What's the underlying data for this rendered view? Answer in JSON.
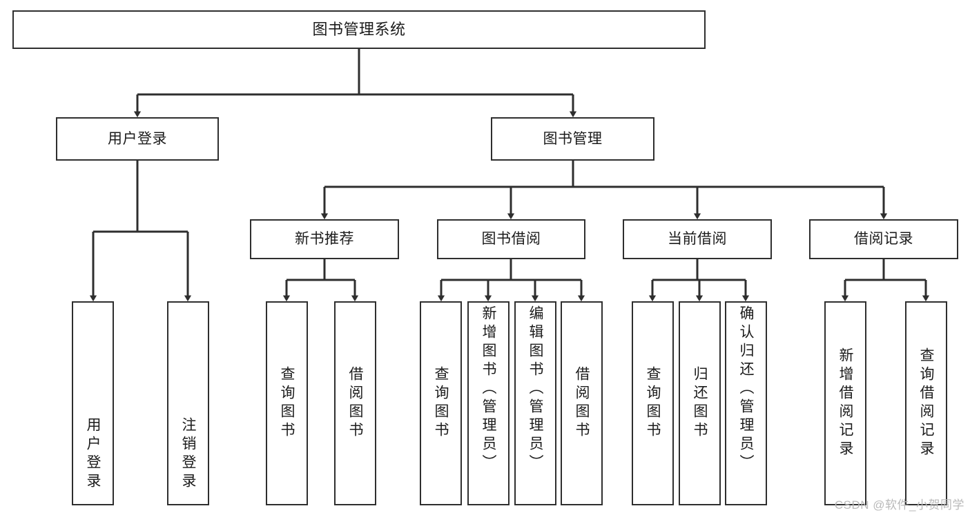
{
  "diagram": {
    "title": "图书管理系统",
    "type": "tree-hierarchy",
    "watermark": "CSDN @软件_小贺同学",
    "stroke_color": "#2e2e2e",
    "fill_color": "#ffffff",
    "text_color": "#1b1b1b"
  },
  "nodes": {
    "root": {
      "label": "图书管理系统",
      "level": 1
    },
    "level2": [
      {
        "id": "user-login",
        "label": "用户登录"
      },
      {
        "id": "book-manage",
        "label": "图书管理"
      }
    ],
    "level3": [
      {
        "id": "new-book-rec",
        "label": "新书推荐",
        "parent": "book-manage"
      },
      {
        "id": "book-borrow",
        "label": "图书借阅",
        "parent": "book-manage"
      },
      {
        "id": "current-borrow",
        "label": "当前借阅",
        "parent": "book-manage"
      },
      {
        "id": "borrow-record",
        "label": "借阅记录",
        "parent": "book-manage"
      }
    ],
    "leaves": [
      {
        "id": "leaf-user-login",
        "label": "用户登录",
        "parent": "user-login"
      },
      {
        "id": "leaf-logout",
        "label": "注销登录",
        "parent": "user-login"
      },
      {
        "id": "leaf-query-book-rec",
        "label": "查询图书",
        "parent": "new-book-rec"
      },
      {
        "id": "leaf-borrow-book-rec",
        "label": "借阅图书",
        "parent": "new-book-rec"
      },
      {
        "id": "leaf-query-book-borrow",
        "label": "查询图书",
        "parent": "book-borrow"
      },
      {
        "id": "leaf-add-book",
        "label": "新增图书（管理员）",
        "parent": "book-borrow"
      },
      {
        "id": "leaf-edit-book",
        "label": "编辑图书（管理员）",
        "parent": "book-borrow"
      },
      {
        "id": "leaf-borrow-book",
        "label": "借阅图书",
        "parent": "book-borrow"
      },
      {
        "id": "leaf-query-book-cur",
        "label": "查询图书",
        "parent": "current-borrow"
      },
      {
        "id": "leaf-return-book",
        "label": "归还图书",
        "parent": "current-borrow"
      },
      {
        "id": "leaf-confirm-return",
        "label": "确认归还（管理员）",
        "parent": "current-borrow"
      },
      {
        "id": "leaf-add-record",
        "label": "新增借阅记录",
        "parent": "borrow-record"
      },
      {
        "id": "leaf-query-record",
        "label": "查询借阅记录",
        "parent": "borrow-record"
      }
    ]
  }
}
